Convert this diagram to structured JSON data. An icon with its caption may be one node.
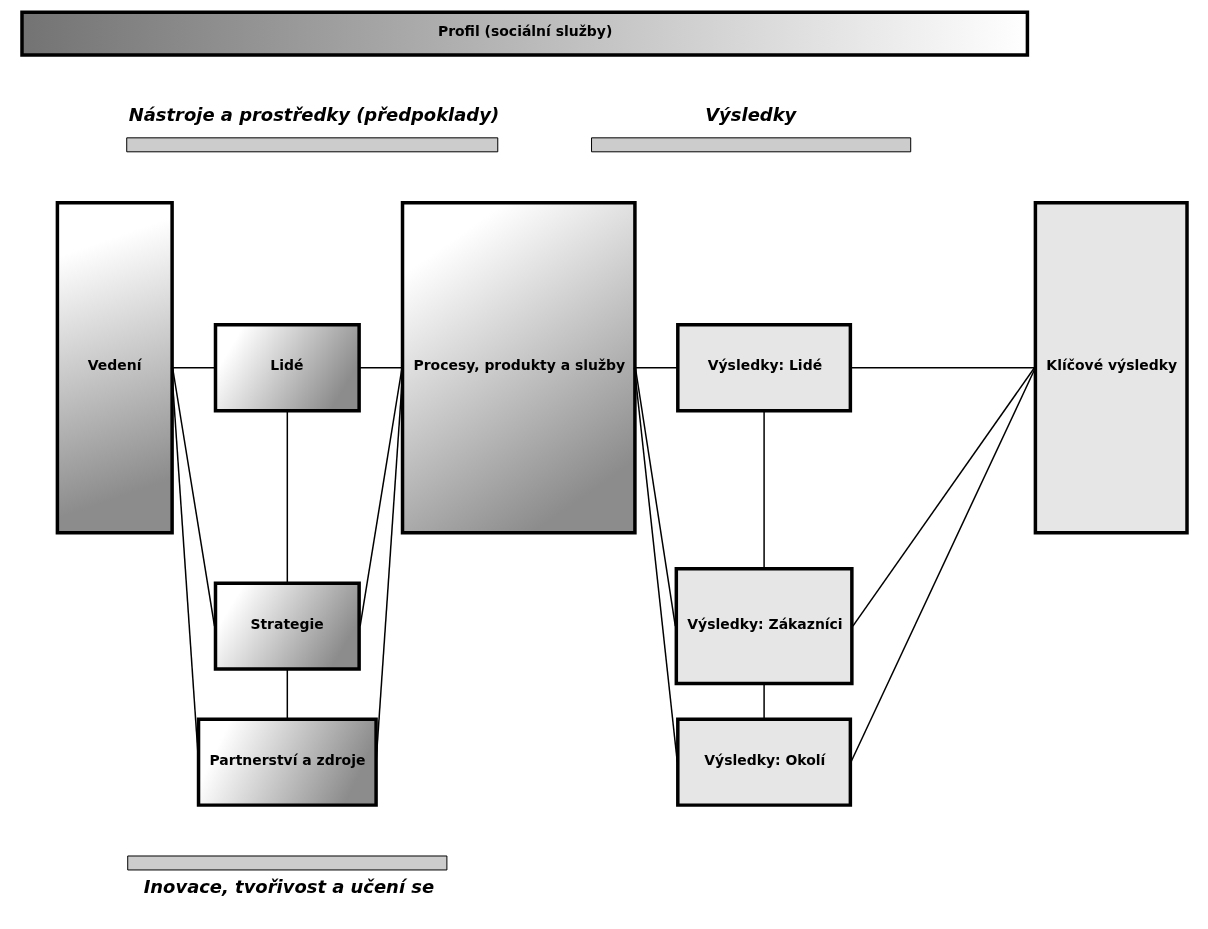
{
  "diagram": {
    "nodes": [
      {
        "text": [
          "Profil (sociální služby)"
        ]
      },
      {
        "text": [
          "Vedení"
        ]
      },
      {
        "text": [
          "Lidé"
        ]
      },
      {
        "text": [
          "Strategie"
        ]
      },
      {
        "text": [
          "Partnerství a zdroje"
        ]
      },
      {
        "text": [
          "Procesy, produkty a služby"
        ]
      },
      {
        "text": [
          "Výsledky: Lidé"
        ]
      },
      {
        "text": [
          "Výsledky: Zákazníci"
        ]
      },
      {
        "text": [
          "Výsledky: Okolí"
        ]
      },
      {
        "text": [
          "Klíčové výsledky"
        ]
      }
    ],
    "edges": [
      {
        "from": 1,
        "to": 2,
        "arrow": "none"
      },
      {
        "from": 2,
        "to": 5,
        "arrow": "none"
      },
      {
        "from": 2,
        "to": 3,
        "arrow": "none"
      },
      {
        "from": 1,
        "to": 3,
        "arrow": "none"
      },
      {
        "from": 3,
        "to": 5,
        "arrow": "none"
      },
      {
        "from": 3,
        "to": 4,
        "arrow": "none"
      },
      {
        "from": 1,
        "to": 4,
        "arrow": "none"
      },
      {
        "from": 4,
        "to": 5,
        "arrow": "none"
      },
      {
        "from": 5,
        "to": 6,
        "arrow": "none"
      },
      {
        "from": 6,
        "to": 9,
        "arrow": "none"
      },
      {
        "from": 6,
        "to": 7,
        "arrow": "none"
      },
      {
        "from": 5,
        "to": 7,
        "arrow": "none"
      },
      {
        "from": 7,
        "to": 9,
        "arrow": "none"
      },
      {
        "from": 7,
        "to": 8,
        "arrow": "none"
      },
      {
        "from": 5,
        "to": 8,
        "arrow": "none"
      },
      {
        "from": 8,
        "to": 9,
        "arrow": "none"
      }
    ],
    "labels": [
      "Nástroje a prostředky (předpoklady)",
      "Výsledky",
      "Inovace, tvořivost a učení se"
    ]
  }
}
